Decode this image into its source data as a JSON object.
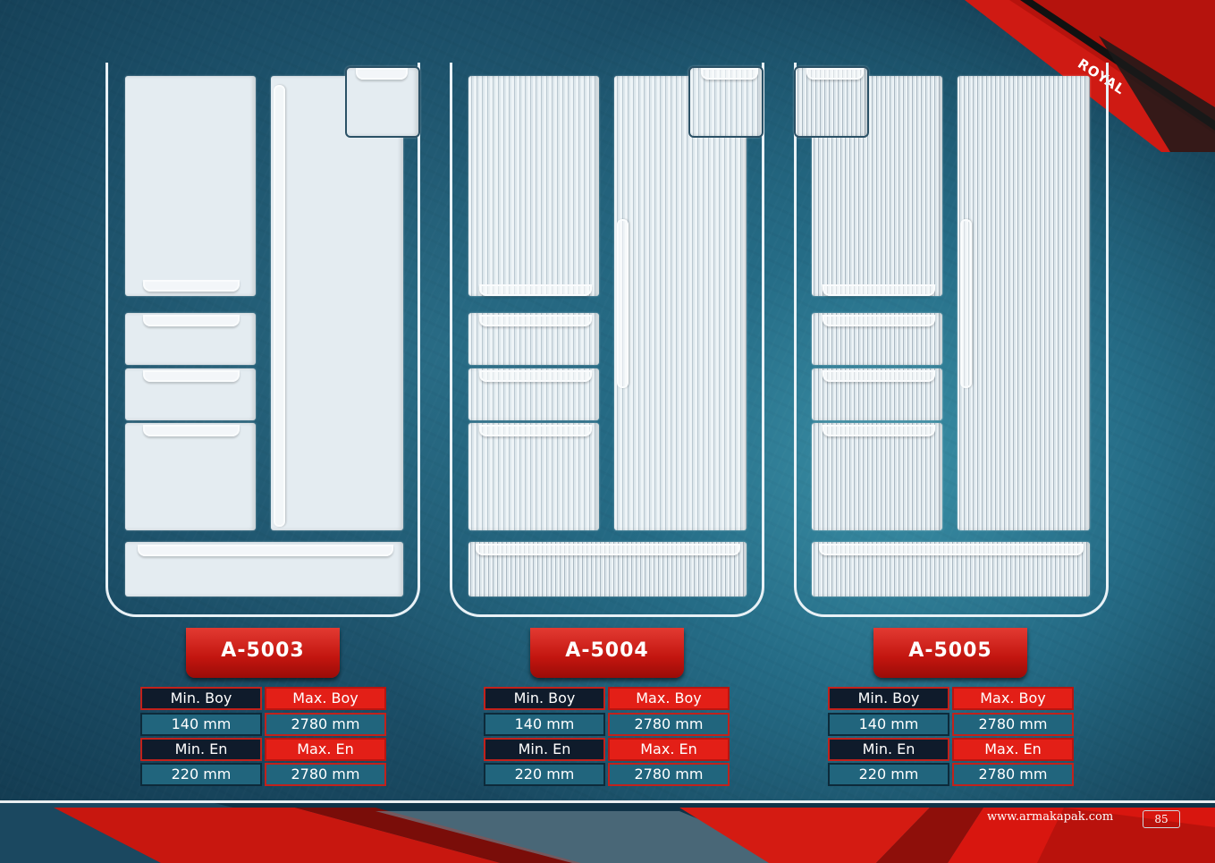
{
  "brand": {
    "series_name": "ROYAL"
  },
  "products": [
    {
      "code": "A-5003",
      "finish": "flat",
      "specs": {
        "min_boy_label": "Min. Boy",
        "max_boy_label": "Max. Boy",
        "min_boy_value": "140 mm",
        "max_boy_value": "2780 mm",
        "min_en_label": "Min. En",
        "max_en_label": "Max. En",
        "min_en_value": "220 mm",
        "max_en_value": "2780 mm"
      }
    },
    {
      "code": "A-5004",
      "finish": "wide-ribbed",
      "specs": {
        "min_boy_label": "Min. Boy",
        "max_boy_label": "Max. Boy",
        "min_boy_value": "140 mm",
        "max_boy_value": "2780 mm",
        "min_en_label": "Min. En",
        "max_en_label": "Max. En",
        "min_en_value": "220 mm",
        "max_en_value": "2780 mm"
      }
    },
    {
      "code": "A-5005",
      "finish": "fine-ribbed",
      "specs": {
        "min_boy_label": "Min. Boy",
        "max_boy_label": "Max. Boy",
        "min_boy_value": "140 mm",
        "max_boy_value": "2780 mm",
        "min_en_label": "Min. En",
        "max_en_label": "Max. En",
        "min_en_value": "220 mm",
        "max_en_value": "2780 mm"
      }
    }
  ],
  "footer": {
    "url": "www.armakapak.com",
    "page_number": "85"
  },
  "colors": {
    "accent_red": "#e31f17",
    "dark_cell": "#0f1b2b",
    "teal_cell": "#21657d",
    "background": "#1d4f66"
  }
}
